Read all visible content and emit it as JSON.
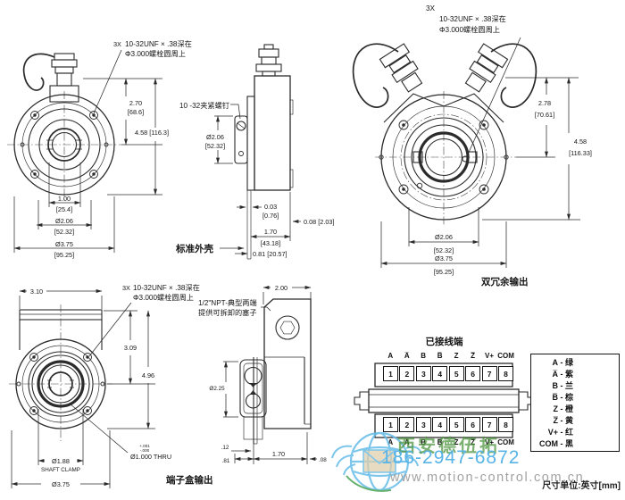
{
  "units_note": "尺寸单位:英寸[mm]",
  "callout3x": {
    "qty": "3X",
    "l1": "10-32UNF × .38深在",
    "l2": "Φ3.000螺栓圆周上"
  },
  "fig_a": {
    "t270": "2.70",
    "t270mm": "[68.6]",
    "t458": "4.58 [116.3]",
    "t100": "1.00",
    "t100mm": "[25.4]",
    "t206": "Ø2.06",
    "t206mm": "[52.32]",
    "t375": "Ø3.75",
    "t375mm": "[95.25]"
  },
  "fig_b": {
    "callout": "10 -32夹紧螺钉",
    "t206": "Ø2.06",
    "t206mm": "[52.32]",
    "t003": "0.03",
    "t003mm": "[0.76]",
    "t008": "0.08 [2.03]",
    "t170": "1.70",
    "t170mm": "[43.18]",
    "t081": "0.81 [20.57]",
    "label": "标准外壳"
  },
  "fig_c": {
    "t278": "2.78",
    "t278mm": "[70.61]",
    "t458": "4.58",
    "t458mm": "[116.33]",
    "t206": "Ø2.06",
    "t206mm": "[52.32]",
    "t375": "Ø3.75",
    "t375mm": "[95.25]",
    "label": "双冗余输出"
  },
  "fig_d": {
    "t310": "3.10",
    "t309": "3.09",
    "t496": "4.96",
    "t188": "Ø1.88",
    "t188b": "SHAFT CLAMP",
    "t375": "Ø3.75",
    "ttol1": "+.001",
    "ttol2": "-.000",
    "tthru": "Ø1.000 THRU",
    "label": "端子盒输出"
  },
  "fig_e": {
    "npt1": "1/2\"NPT-典型两端",
    "npt2": "提供可拆卸的塞子",
    "t200": "2.00",
    "t225": "Ø2.25",
    "t012": ".12",
    "t081": ".81",
    "t170": "1.70",
    "t008": ".08"
  },
  "terminal": {
    "title": "已接线端",
    "signals": [
      "A",
      "A̅",
      "B",
      "B̅",
      "Z",
      "Z̅",
      "V+",
      "COM"
    ],
    "numbers": [
      "1",
      "2",
      "3",
      "4",
      "5",
      "6",
      "7",
      "8"
    ],
    "legend_sep": " - ",
    "legend": [
      {
        "s": "A",
        "c": "绿"
      },
      {
        "s": "A̅",
        "c": "紫"
      },
      {
        "s": "B",
        "c": "兰"
      },
      {
        "s": "B̅",
        "c": "棕"
      },
      {
        "s": "Z",
        "c": "橙"
      },
      {
        "s": "Z̅",
        "c": "黄"
      },
      {
        "s": "V+",
        "c": "红"
      },
      {
        "s": "COM",
        "c": "黑"
      }
    ]
  },
  "watermark": {
    "company": "西安德伍拓",
    "phone": "186-2947-6872",
    "website": "www.motion-control.com.cn",
    "blue": "#58b3e6",
    "green": "rgba(72,146,58,0.72)",
    "gray": "#a2a2a2"
  }
}
